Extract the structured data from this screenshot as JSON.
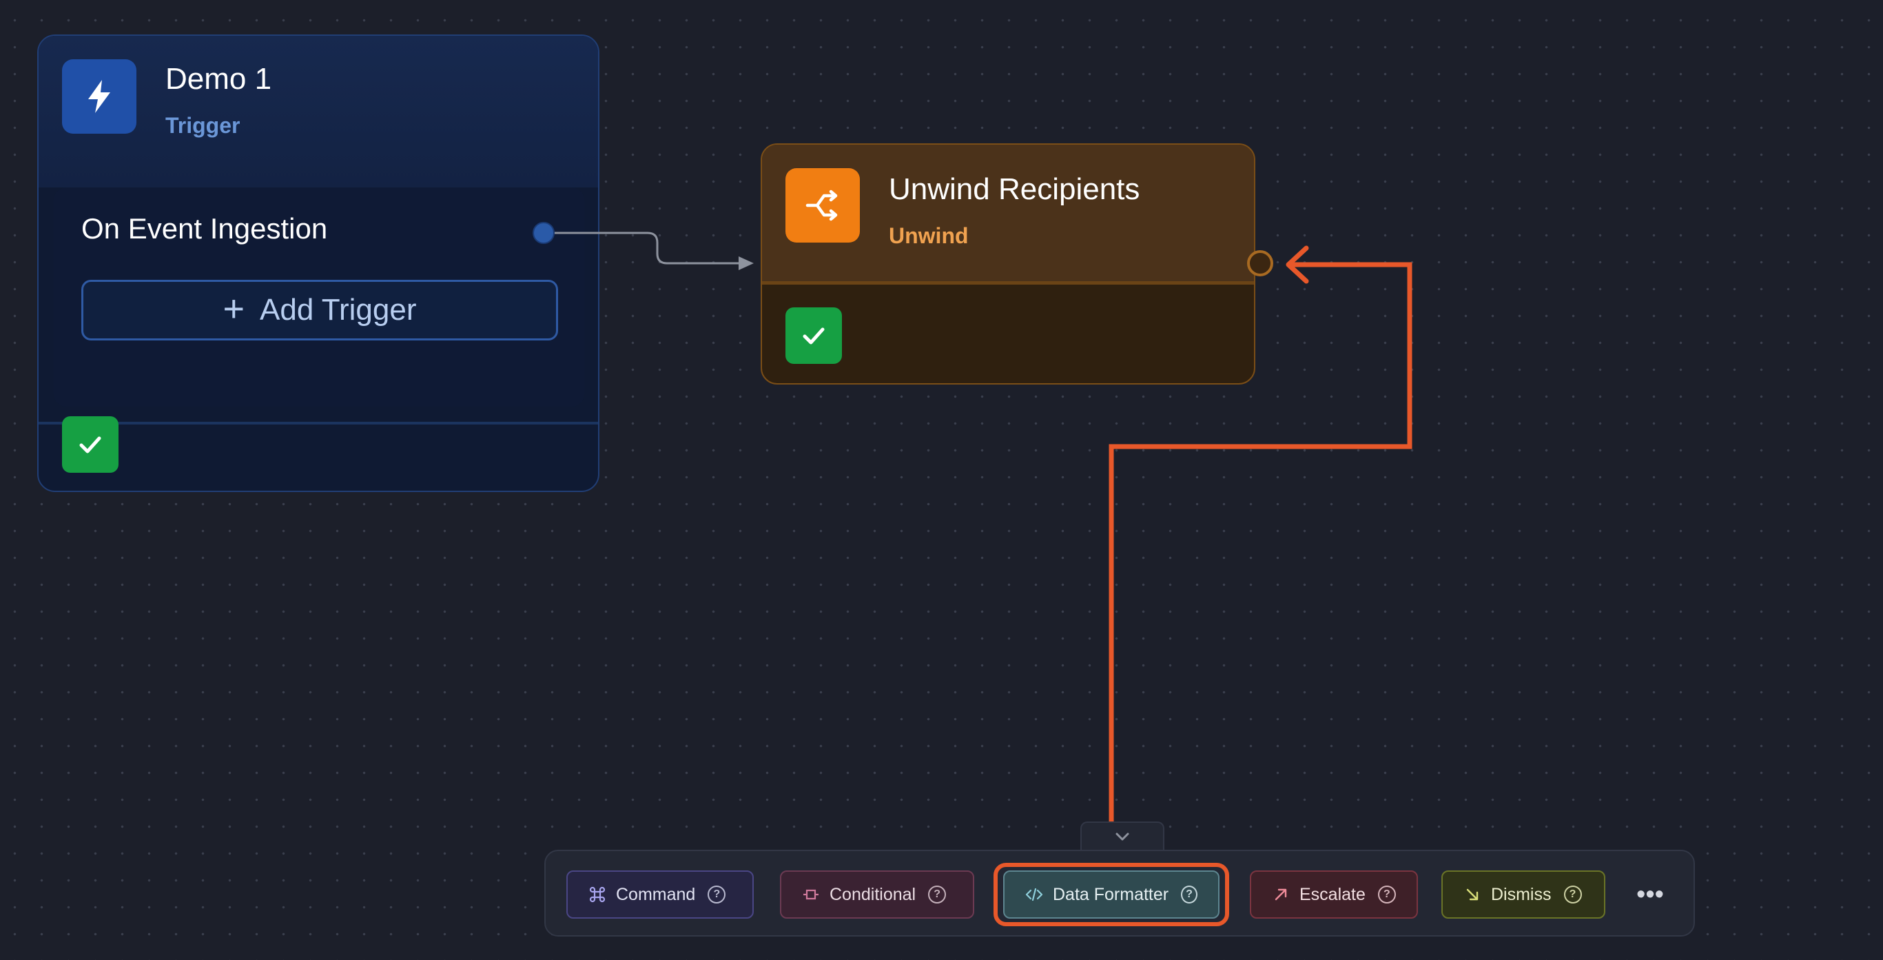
{
  "trigger_node": {
    "title": "Demo 1",
    "type": "Trigger",
    "icon": "lightning-icon",
    "event_label": "On Event Ingestion",
    "add_trigger_label": "Add Trigger",
    "status_icon": "check-icon"
  },
  "unwind_node": {
    "title": "Unwind Recipients",
    "type": "Unwind",
    "icon": "split-arrows-icon",
    "status_icon": "check-icon"
  },
  "toolbar": {
    "collapse_icon": "chevron-down-icon",
    "buttons": [
      {
        "label": "Command",
        "icon": "command-icon",
        "help": "?"
      },
      {
        "label": "Conditional",
        "icon": "branch-icon",
        "help": "?"
      },
      {
        "label": "Data Formatter",
        "icon": "code-icon",
        "help": "?"
      },
      {
        "label": "Escalate",
        "icon": "arrow-up-right-icon",
        "help": "?"
      },
      {
        "label": "Dismiss",
        "icon": "arrow-down-right-icon",
        "help": "?"
      }
    ],
    "more_label": "•••"
  },
  "annotation": {
    "highlighted_button": "Data Formatter",
    "color": "#e8582a"
  },
  "colors": {
    "canvas_bg": "#1c1f2a",
    "trigger_accent": "#2050a8",
    "unwind_accent": "#f17e12",
    "success": "#16a043"
  }
}
